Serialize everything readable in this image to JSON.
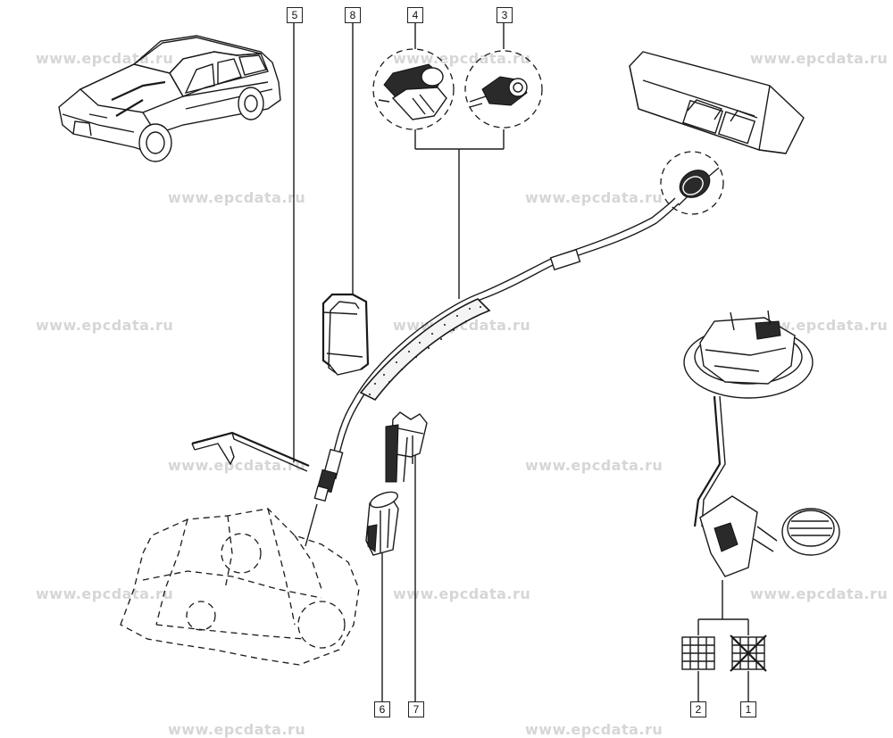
{
  "watermark": "www.epcdata.ru",
  "callouts": {
    "c1": "1",
    "c2": "2",
    "c3": "3",
    "c4": "4",
    "c5": "5",
    "c6": "6",
    "c7": "7",
    "c8": "8"
  }
}
